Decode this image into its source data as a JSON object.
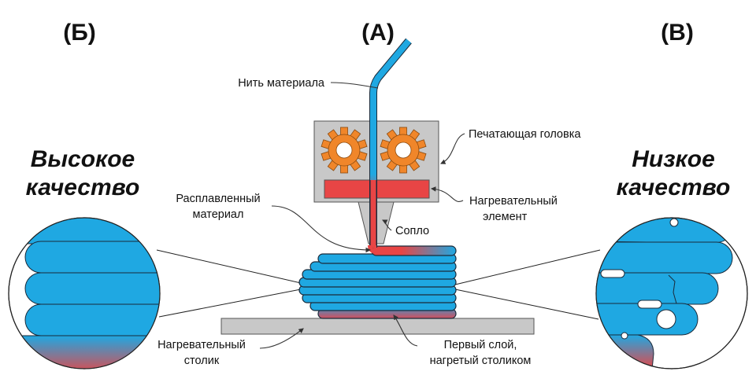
{
  "headers": {
    "left": "(Б)",
    "center": "(А)",
    "right": "(В)"
  },
  "quality": {
    "high_line1": "Высокое",
    "high_line2": "качество",
    "low_line1": "Низкое",
    "low_line2": "качество"
  },
  "labels": {
    "filament": "Нить материала",
    "print_head": "Печатающая головка",
    "heater_line1": "Нагревательный",
    "heater_line2": "элемент",
    "molten_line1": "Расплавленный",
    "molten_line2": "материал",
    "nozzle": "Сопло",
    "bed_line1": "Нагревательный",
    "bed_line2": "столик",
    "first_layer_line1": "Первый слой,",
    "first_layer_line2": "нагретый столиком"
  },
  "colors": {
    "filament_blue": "#1fa8e2",
    "molten_red": "#e84545",
    "gear_orange": "#f0862a",
    "head_gray": "#c8c8c8",
    "bed_gray": "#c8c8c8"
  }
}
